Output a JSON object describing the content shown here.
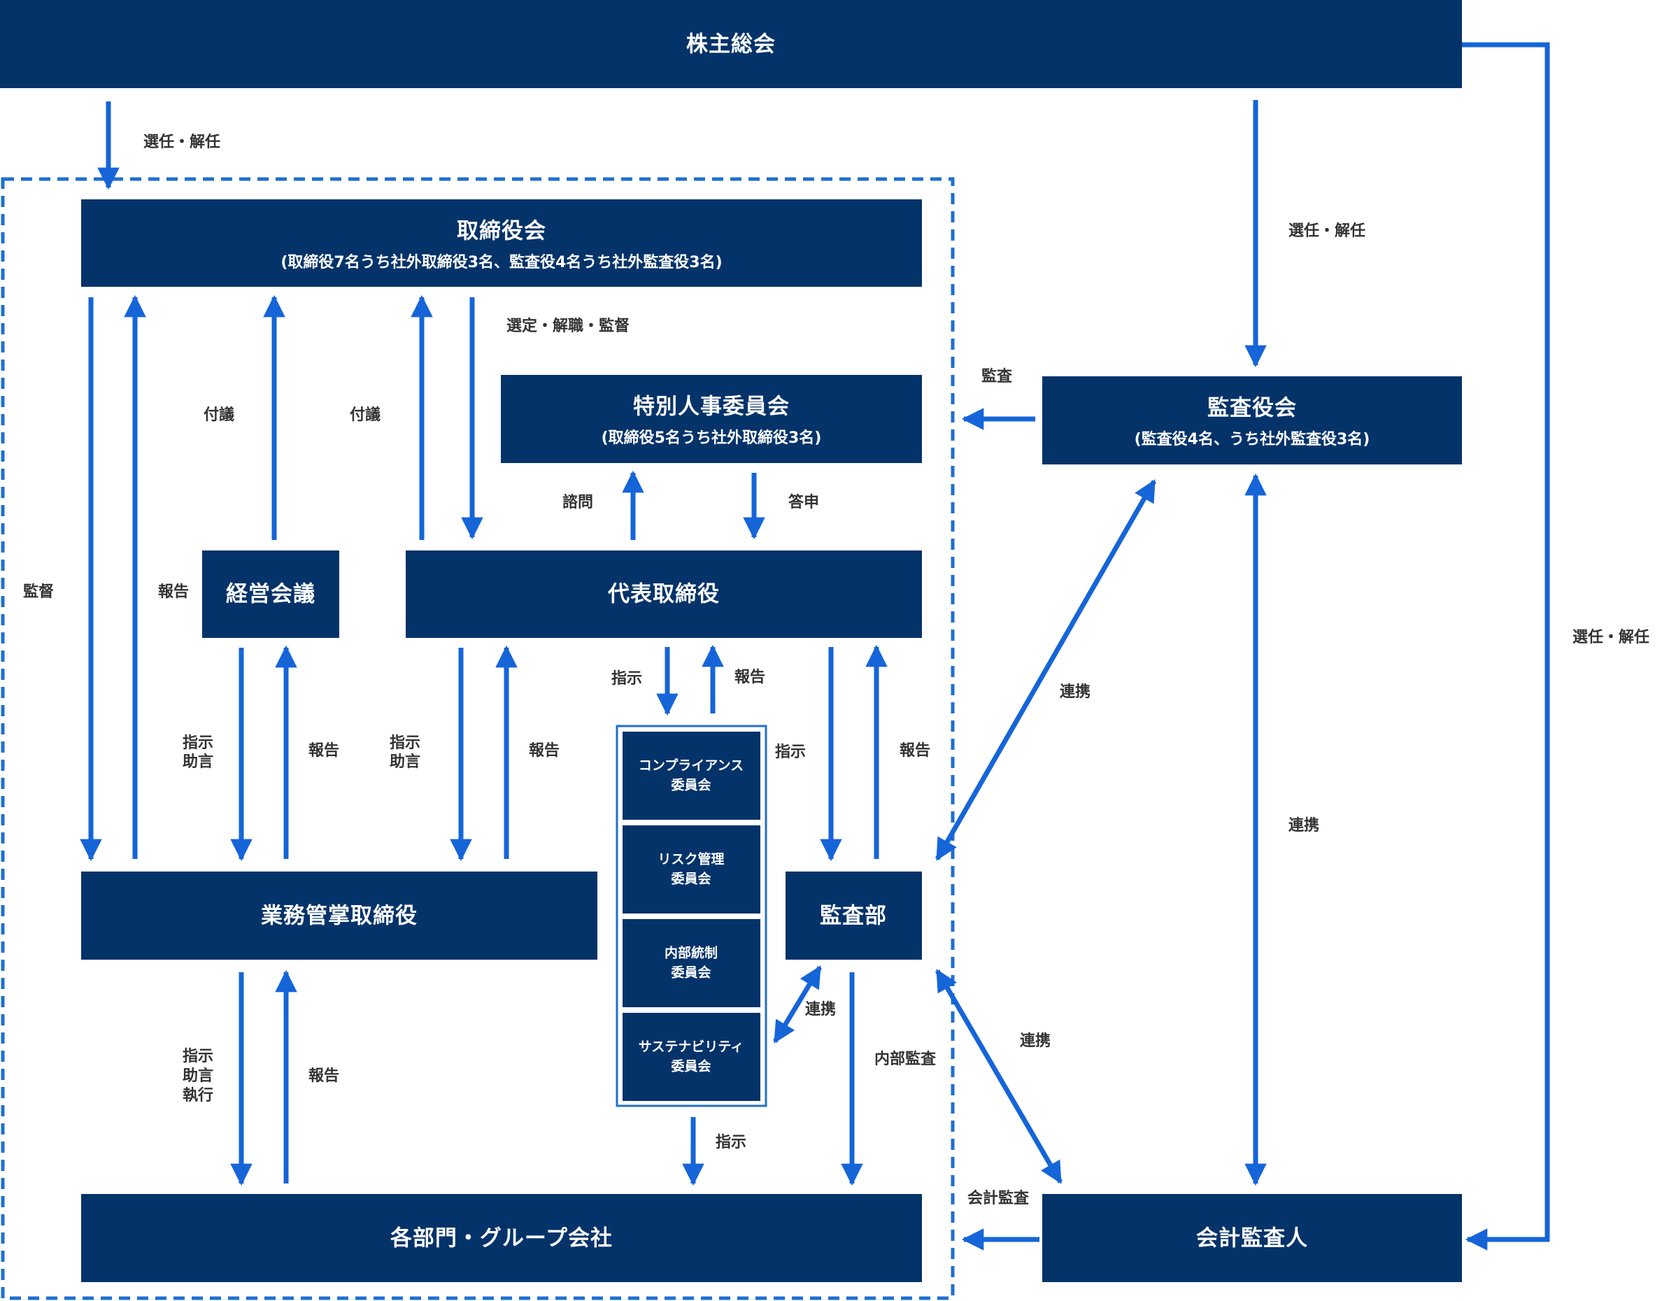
{
  "colors": {
    "box": "#04336A",
    "arrow": "#1565D8",
    "dashed_border": "#1F6FD0",
    "label": "#333333"
  },
  "nodes": {
    "shareholders": "株主総会",
    "board": "取締役会",
    "board_detail": "(取締役7名うち社外取締役3名、監査役4名うち社外監査役3名)",
    "special_committee": "特別人事委員会",
    "special_committee_detail": "(取締役5名うち社外取締役3名)",
    "auditors_board": "監査役会",
    "auditors_board_detail": "(監査役4名、うち社外監査役3名)",
    "management_meeting": "経営会議",
    "representative_director": "代表取締役",
    "executive_directors": "業務管掌取締役",
    "audit_department": "監査部",
    "departments": "各部門・グループ会社",
    "accounting_auditor": "会計監査人",
    "committees": [
      {
        "line1": "コンプライアンス",
        "line2": "委員会"
      },
      {
        "line1": "リスク管理",
        "line2": "委員会"
      },
      {
        "line1": "内部統制",
        "line2": "委員会"
      },
      {
        "line1": "サステナビリティ",
        "line2": "委員会"
      }
    ]
  },
  "labels": {
    "elect_dismiss": "選任・解任",
    "select_dismiss_supervise": "選定・解職・監督",
    "supervise": "監督",
    "submit": "付議",
    "report": "報告",
    "consult": "諮問",
    "answer": "答申",
    "audit": "監査",
    "instruct": "指示",
    "advise": "助言",
    "execute": "執行",
    "cooperate": "連携",
    "internal_audit": "内部監査",
    "accounting_audit": "会計監査"
  }
}
